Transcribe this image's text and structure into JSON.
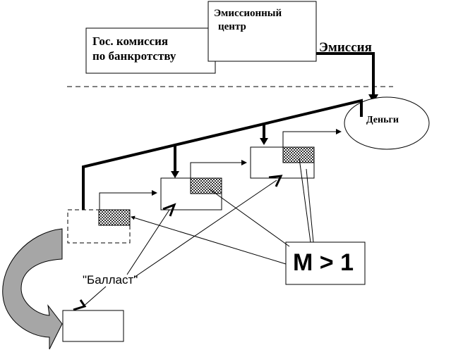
{
  "labels": {
    "commission": "Гос. комиссия по банкротству",
    "commission_line1": "Гос. комиссия",
    "commission_line2": "по банкротству",
    "center_line1": "Эмиссионный",
    "center_line2": "центр",
    "emission": "Эмиссия",
    "money": "Деньги",
    "ratio": "M > 1",
    "ballast": "\"Балласт\""
  },
  "colors": {
    "line": "#000000",
    "background": "#ffffff",
    "hatch_fill": "#555555",
    "curved_arrow_fill": "#a6a6a6"
  },
  "icons": {
    "hatched_block": "hatched-block-icon",
    "curved_arrow": "curved-arrow-icon"
  }
}
